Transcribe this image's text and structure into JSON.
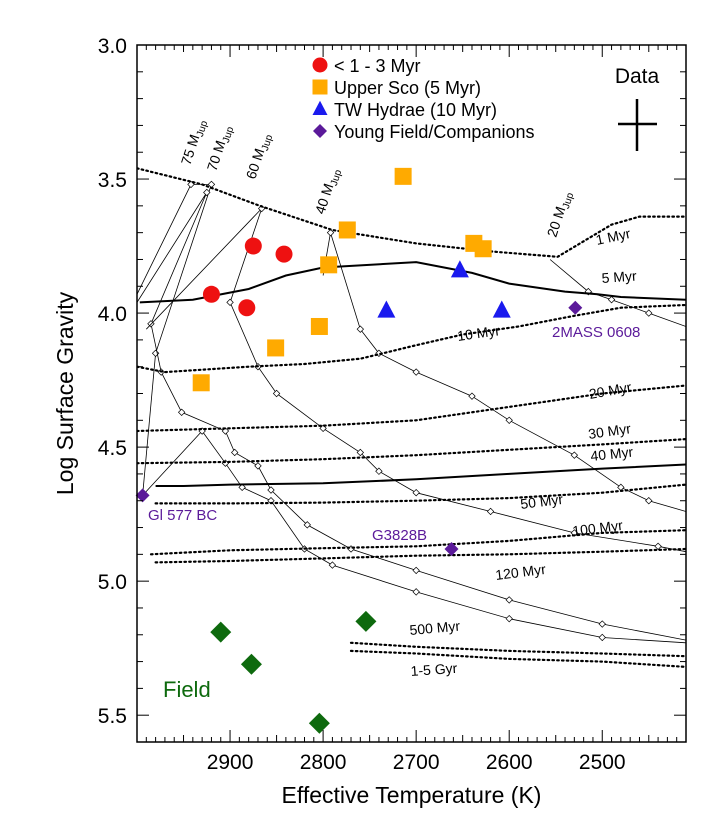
{
  "chart_data": {
    "type": "scatter",
    "xlabel": "Effective Temperature (K)",
    "ylabel": "Log Surface Gravity",
    "xlim": [
      3000,
      2410
    ],
    "ylim": [
      3.0,
      5.6
    ],
    "x_reversed": true,
    "y_reversed": true,
    "x_ticks": [
      2900,
      2800,
      2700,
      2600,
      2500
    ],
    "y_ticks": [
      3.0,
      3.5,
      4.0,
      4.5,
      5.0,
      5.5
    ],
    "data_label": "Data",
    "legend_position": "top-right",
    "series": [
      {
        "name": "< 1 - 3 Myr",
        "marker": "circle",
        "color": "#ee1111",
        "points": [
          [
            2920,
            3.93
          ],
          [
            2875,
            3.75
          ],
          [
            2842,
            3.78
          ],
          [
            2882,
            3.98
          ]
        ]
      },
      {
        "name": "Upper Sco (5 Myr)",
        "marker": "square",
        "color": "#ffaa00",
        "points": [
          [
            2931,
            4.26
          ],
          [
            2851,
            4.13
          ],
          [
            2804,
            4.05
          ],
          [
            2774,
            3.69
          ],
          [
            2794,
            3.82
          ],
          [
            2714,
            3.49
          ],
          [
            2638,
            3.74
          ],
          [
            2628,
            3.76
          ]
        ]
      },
      {
        "name": "TW Hydrae (10 Myr)",
        "marker": "triangle",
        "color": "#1a1aee",
        "points": [
          [
            2732,
            3.99
          ],
          [
            2653,
            3.84
          ],
          [
            2608,
            3.99
          ]
        ]
      },
      {
        "name": "Young Field/Companions",
        "marker": "diamond",
        "color": "#5b1a9a",
        "points": [
          [
            2994,
            4.68
          ],
          [
            2662,
            4.88
          ],
          [
            2529,
            3.98
          ]
        ]
      },
      {
        "name": "Field",
        "marker": "diamond",
        "color": "#0e6a0e",
        "in_legend": false,
        "points": [
          [
            2910,
            5.19
          ],
          [
            2877,
            5.31
          ],
          [
            2754,
            5.15
          ],
          [
            2804,
            5.53
          ]
        ]
      }
    ],
    "isochrones": [
      {
        "label": "1 Myr",
        "style": "dotted",
        "points": [
          [
            3000,
            3.46
          ],
          [
            2930,
            3.52
          ],
          [
            2868,
            3.6
          ],
          [
            2790,
            3.69
          ],
          [
            2700,
            3.74
          ],
          [
            2620,
            3.77
          ],
          [
            2548,
            3.79
          ],
          [
            2490,
            3.67
          ],
          [
            2460,
            3.64
          ],
          [
            2410,
            3.64
          ]
        ]
      },
      {
        "label": "5 Myr",
        "style": "solid",
        "points": [
          [
            2997,
            3.96
          ],
          [
            2940,
            3.95
          ],
          [
            2880,
            3.91
          ],
          [
            2840,
            3.86
          ],
          [
            2800,
            3.83
          ],
          [
            2700,
            3.81
          ],
          [
            2640,
            3.85
          ],
          [
            2600,
            3.89
          ],
          [
            2540,
            3.92
          ],
          [
            2505,
            3.93
          ],
          [
            2480,
            3.94
          ],
          [
            2410,
            3.95
          ]
        ]
      },
      {
        "label": "10 Myr",
        "style": "dotted",
        "points": [
          [
            3000,
            4.2
          ],
          [
            2970,
            4.22
          ],
          [
            2880,
            4.2
          ],
          [
            2820,
            4.19
          ],
          [
            2760,
            4.17
          ],
          [
            2700,
            4.12
          ],
          [
            2650,
            4.08
          ],
          [
            2590,
            4.05
          ],
          [
            2530,
            4.01
          ],
          [
            2480,
            3.98
          ],
          [
            2410,
            3.97
          ]
        ]
      },
      {
        "label": "20 Myr",
        "style": "dotted",
        "points": [
          [
            3000,
            4.44
          ],
          [
            2900,
            4.43
          ],
          [
            2800,
            4.42
          ],
          [
            2700,
            4.4
          ],
          [
            2600,
            4.35
          ],
          [
            2500,
            4.3
          ],
          [
            2410,
            4.27
          ]
        ]
      },
      {
        "label": "30 Myr",
        "style": "dotted",
        "points": [
          [
            3000,
            4.56
          ],
          [
            2900,
            4.555
          ],
          [
            2800,
            4.545
          ],
          [
            2700,
            4.53
          ],
          [
            2600,
            4.51
          ],
          [
            2500,
            4.49
          ],
          [
            2410,
            4.47
          ]
        ]
      },
      {
        "label": "40 Myr",
        "style": "solid",
        "points": [
          [
            2980,
            4.645
          ],
          [
            2950,
            4.645
          ],
          [
            2900,
            4.64
          ],
          [
            2800,
            4.635
          ],
          [
            2700,
            4.62
          ],
          [
            2600,
            4.6
          ],
          [
            2500,
            4.58
          ],
          [
            2410,
            4.565
          ]
        ]
      },
      {
        "label": "50 Myr",
        "style": "dotted",
        "points": [
          [
            2980,
            4.71
          ],
          [
            2900,
            4.71
          ],
          [
            2800,
            4.707
          ],
          [
            2700,
            4.7
          ],
          [
            2600,
            4.69
          ],
          [
            2500,
            4.67
          ],
          [
            2410,
            4.64
          ]
        ]
      },
      {
        "label": "100 Myr",
        "style": "dotted",
        "points": [
          [
            2985,
            4.9
          ],
          [
            2900,
            4.885
          ],
          [
            2800,
            4.877
          ],
          [
            2700,
            4.87
          ],
          [
            2600,
            4.85
          ],
          [
            2500,
            4.82
          ],
          [
            2410,
            4.81
          ]
        ]
      },
      {
        "label": "120 Myr",
        "style": "dotted",
        "points": [
          [
            2980,
            4.93
          ],
          [
            2900,
            4.925
          ],
          [
            2800,
            4.915
          ],
          [
            2700,
            4.905
          ],
          [
            2600,
            4.9
          ],
          [
            2500,
            4.89
          ],
          [
            2410,
            4.88
          ]
        ]
      },
      {
        "label": "500 Myr",
        "style": "dotted",
        "points": [
          [
            2770,
            5.23
          ],
          [
            2700,
            5.245
          ],
          [
            2600,
            5.26
          ],
          [
            2500,
            5.27
          ],
          [
            2410,
            5.28
          ]
        ]
      },
      {
        "label": "1-5 Gyr",
        "style": "dotted",
        "points": [
          [
            2770,
            5.26
          ],
          [
            2700,
            5.27
          ],
          [
            2600,
            5.29
          ],
          [
            2500,
            5.3
          ],
          [
            2410,
            5.32
          ]
        ]
      }
    ],
    "mass_tracks": [
      {
        "label": "75 M",
        "sub": "Jup",
        "points": [
          [
            3000,
            3.93
          ],
          [
            2942,
            3.52
          ],
          [
            2920,
            3.52
          ],
          [
            2980,
            4.15
          ],
          [
            2994,
            4.68
          ],
          [
            2930,
            4.44
          ],
          [
            2905,
            4.56
          ],
          [
            2887,
            4.65
          ],
          [
            2856,
            4.7
          ],
          [
            2820,
            4.88
          ],
          [
            2790,
            4.94
          ],
          [
            2700,
            5.04
          ],
          [
            2600,
            5.14
          ],
          [
            2500,
            5.21
          ],
          [
            2410,
            5.23
          ]
        ]
      },
      {
        "label": "70 M",
        "sub": "Jup",
        "points": [
          [
            3000,
            3.96
          ],
          [
            2925,
            3.55
          ],
          [
            2985,
            4.04
          ],
          [
            2974,
            4.22
          ],
          [
            2952,
            4.37
          ],
          [
            2905,
            4.44
          ],
          [
            2895,
            4.52
          ],
          [
            2870,
            4.57
          ],
          [
            2856,
            4.66
          ],
          [
            2817,
            4.79
          ],
          [
            2770,
            4.88
          ],
          [
            2700,
            4.96
          ],
          [
            2600,
            5.07
          ],
          [
            2500,
            5.16
          ],
          [
            2410,
            5.22
          ]
        ]
      },
      {
        "label": "60 M",
        "sub": "Jup",
        "points": [
          [
            2990,
            4.06
          ],
          [
            2866,
            3.61
          ],
          [
            2900,
            3.96
          ],
          [
            2870,
            4.2
          ],
          [
            2850,
            4.3
          ],
          [
            2800,
            4.43
          ],
          [
            2760,
            4.52
          ],
          [
            2740,
            4.59
          ],
          [
            2700,
            4.67
          ],
          [
            2620,
            4.74
          ],
          [
            2530,
            4.82
          ],
          [
            2440,
            4.87
          ],
          [
            2410,
            4.89
          ]
        ]
      },
      {
        "label": "40 M",
        "sub": "Jup",
        "points": [
          [
            2800,
            3.86
          ],
          [
            2792,
            3.7
          ],
          [
            2760,
            4.06
          ],
          [
            2740,
            4.15
          ],
          [
            2700,
            4.22
          ],
          [
            2640,
            4.31
          ],
          [
            2600,
            4.4
          ],
          [
            2530,
            4.53
          ],
          [
            2480,
            4.65
          ],
          [
            2450,
            4.7
          ],
          [
            2410,
            4.74
          ]
        ]
      },
      {
        "label": "20 M",
        "sub": "Jup",
        "points": [
          [
            2556,
            3.8
          ],
          [
            2515,
            3.92
          ],
          [
            2490,
            3.95
          ],
          [
            2450,
            4.0
          ],
          [
            2410,
            4.05
          ]
        ]
      }
    ],
    "annotations": [
      {
        "text": "2MASS 0608",
        "color": "#5b1a9a"
      },
      {
        "text": "Gl 577 BC",
        "color": "#5b1a9a"
      },
      {
        "text": "G3828B",
        "color": "#5b1a9a"
      },
      {
        "text": "Field",
        "color": "#0e6a0e"
      }
    ]
  }
}
